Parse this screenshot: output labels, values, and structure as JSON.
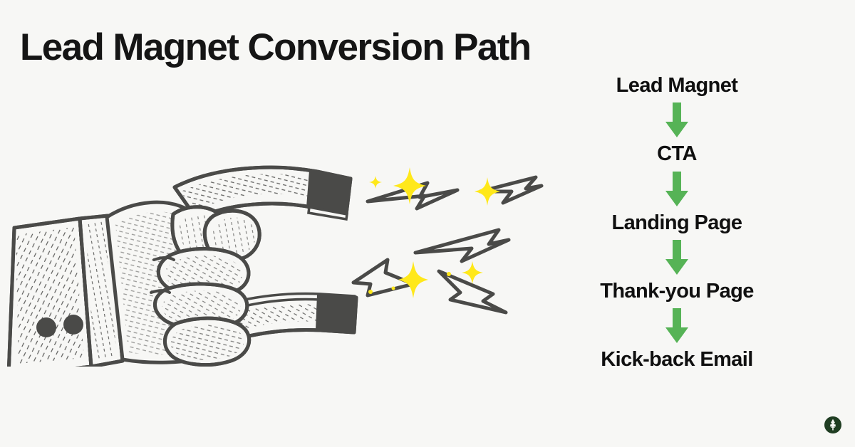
{
  "page": {
    "title": "Lead Magnet Conversion Path",
    "background_color": "#f7f7f5",
    "text_color": "#151515"
  },
  "flow": {
    "arrow_color": "#56b356",
    "arrow_icon_name": "down-arrow-icon",
    "steps": [
      {
        "label": "Lead Magnet"
      },
      {
        "label": "CTA"
      },
      {
        "label": "Landing Page"
      },
      {
        "label": "Thank-you Page"
      },
      {
        "label": "Kick-back Email"
      }
    ]
  },
  "illustration": {
    "name": "hand-holding-horseshoe-magnet",
    "description": "Vintage engraving style hand in suit cuff gripping a horseshoe magnet with lightning bolts and sparkles",
    "ink_color": "#4a4a48",
    "magnet_tip_color": "#4a4a48",
    "sparkle_color": "#ffe81a",
    "bolt_count": 5,
    "sparkle_count": 5,
    "cuff_button_count": 2
  },
  "logo": {
    "name": "pine-tree-badge-logo",
    "circle_color": "#1f3d22",
    "glyph_color": "#f7f7f5"
  }
}
